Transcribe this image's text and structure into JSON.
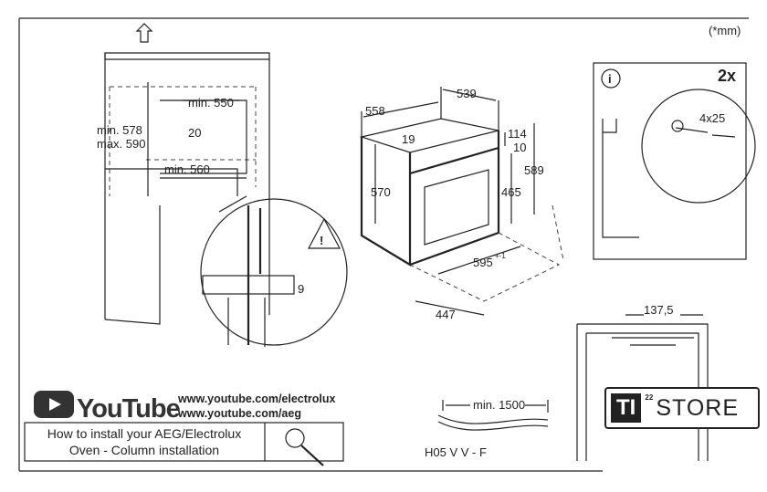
{
  "units_note": "(*mm)",
  "column": {
    "min_height": "min. 578",
    "max_height": "max. 590",
    "min_depth": "min. 550",
    "gap": "20",
    "min_width": "min. 560",
    "detail_gap": "9"
  },
  "oven": {
    "width_top": "558",
    "depth_top": "539",
    "top_offset": "19",
    "height_side": "570",
    "panel_height": "114",
    "panel_gap": "10",
    "door_height": "465",
    "total_height": "589",
    "front_width": "595",
    "front_width_tol": "+-1",
    "depth_bottom": "447"
  },
  "fixing_panel": {
    "quantity": "2x",
    "screw_size": "4x25"
  },
  "top_view": {
    "width": "137,5"
  },
  "cable": {
    "min_length": "min. 1500",
    "type": "H05 V V - F"
  },
  "youtube": {
    "logo_text": "YouTube",
    "url_electrolux": "www.youtube.com/electrolux",
    "url_aeg": "www.youtube.com/aeg",
    "howto_line1": "How to install your AEG/Electrolux",
    "howto_line2": "Oven - Column installation"
  },
  "watermark": {
    "ti": "TI",
    "sup": "22",
    "store": "STORE"
  }
}
